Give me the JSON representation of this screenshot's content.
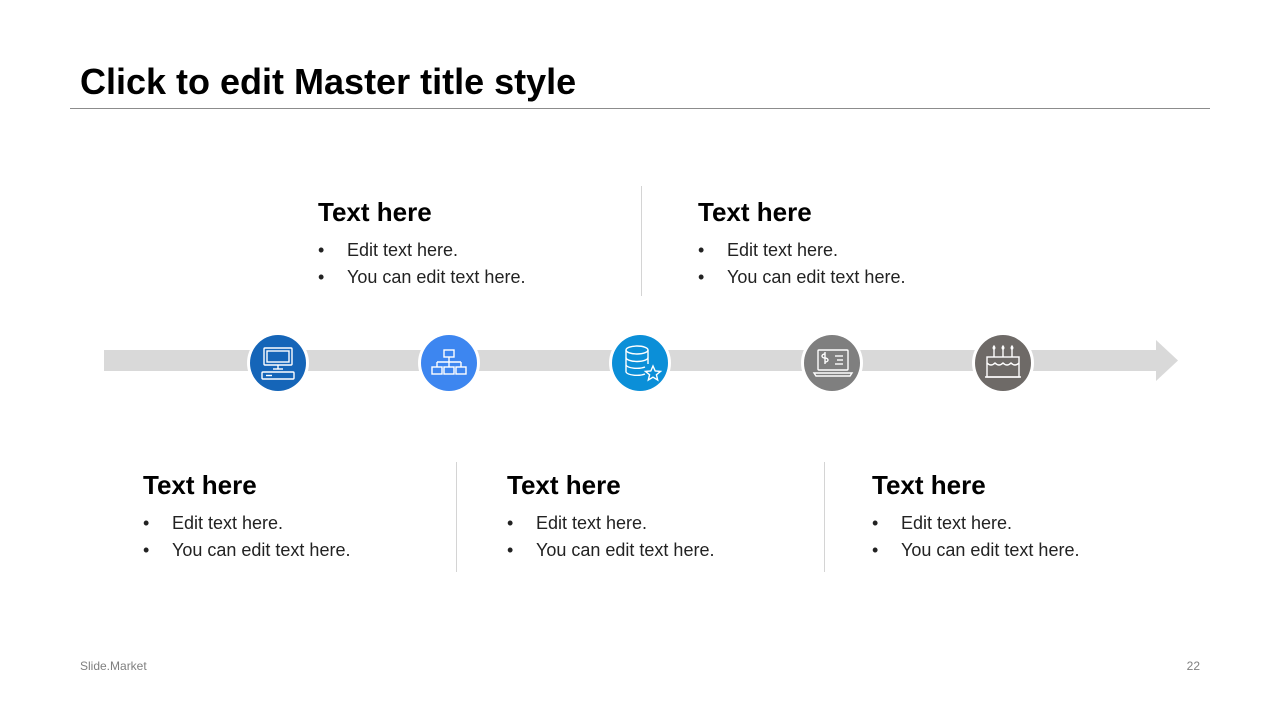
{
  "slide": {
    "title": "Click to edit Master title style",
    "footer_left": "Slide.Market",
    "page_number": "22"
  },
  "top_blocks": [
    {
      "heading": "Text here",
      "bullets": [
        "Edit text here.",
        "You can edit text here."
      ]
    },
    {
      "heading": "Text here",
      "bullets": [
        "Edit text here.",
        "You can edit text here."
      ]
    }
  ],
  "bottom_blocks": [
    {
      "heading": "Text here",
      "bullets": [
        "Edit text here.",
        "You can edit text here."
      ]
    },
    {
      "heading": "Text here",
      "bullets": [
        "Edit text here.",
        "You can edit text here."
      ]
    },
    {
      "heading": "Text here",
      "bullets": [
        "Edit text here.",
        "You can edit text here."
      ]
    }
  ],
  "bullet_char": "•",
  "timeline": {
    "arrow_color": "#d9d9d9",
    "nodes": [
      {
        "icon": "computer-icon",
        "color": "#1565b8"
      },
      {
        "icon": "network-hierarchy-icon",
        "color": "#3d86f0"
      },
      {
        "icon": "database-star-icon",
        "color": "#0b8fd8"
      },
      {
        "icon": "laptop-code-icon",
        "color": "#7f7f7f"
      },
      {
        "icon": "birthday-cake-icon",
        "color": "#6e6a67"
      }
    ]
  }
}
